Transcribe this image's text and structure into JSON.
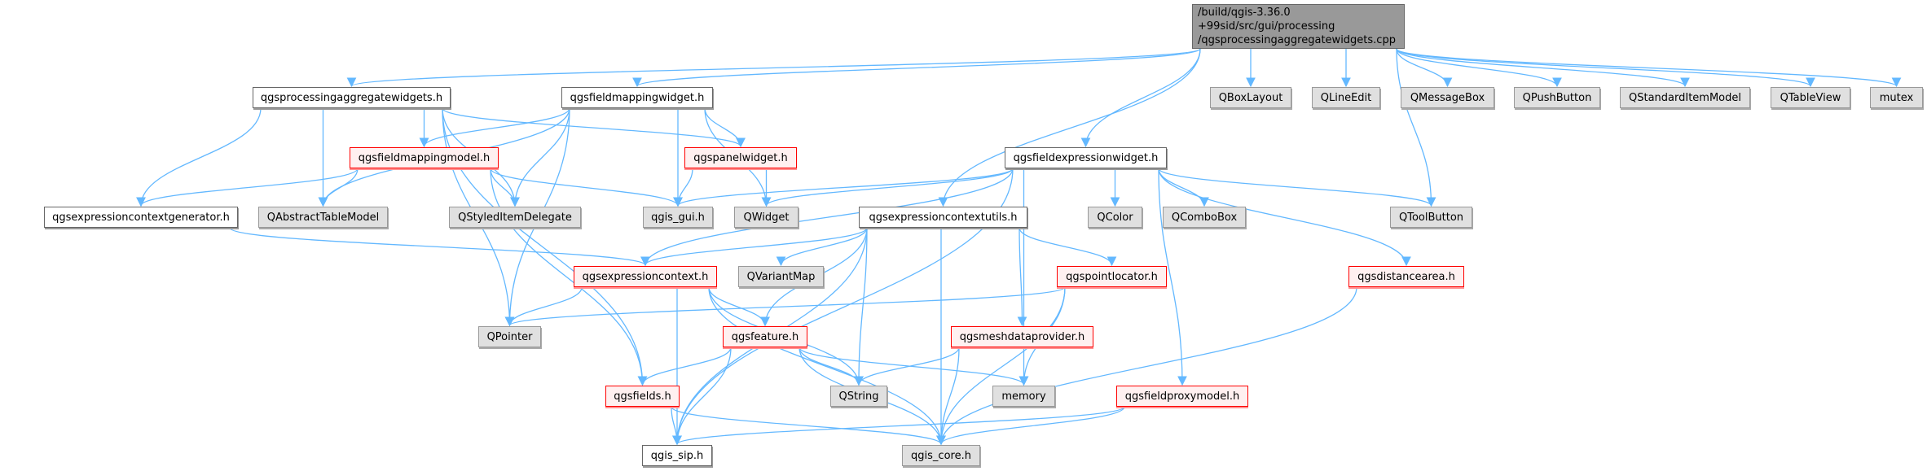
{
  "root": {
    "id": "root",
    "lines": [
      "/build/qgis-3.36.0",
      "+99sid/src/gui/processing",
      "/qgsprocessingaggregatewidgets.cpp"
    ]
  },
  "nodes": [
    {
      "id": "pagw",
      "label": "qgsprocessingaggregatewidgets.h",
      "kind": "plain"
    },
    {
      "id": "fmw",
      "label": "qgsfieldmappingwidget.h",
      "kind": "plain"
    },
    {
      "id": "QBoxLayout",
      "label": "QBoxLayout",
      "kind": "ext"
    },
    {
      "id": "QLineEdit",
      "label": "QLineEdit",
      "kind": "ext"
    },
    {
      "id": "QMessageBox",
      "label": "QMessageBox",
      "kind": "ext"
    },
    {
      "id": "QPushButton",
      "label": "QPushButton",
      "kind": "ext"
    },
    {
      "id": "QStandardItemModel",
      "label": "QStandardItemModel",
      "kind": "ext"
    },
    {
      "id": "QTableView",
      "label": "QTableView",
      "kind": "ext"
    },
    {
      "id": "mutex",
      "label": "mutex",
      "kind": "ext"
    },
    {
      "id": "fmm",
      "label": "qgsfieldmappingmodel.h",
      "kind": "red"
    },
    {
      "id": "panel",
      "label": "qgspanelwidget.h",
      "kind": "red"
    },
    {
      "id": "few",
      "label": "qgsfieldexpressionwidget.h",
      "kind": "plain"
    },
    {
      "id": "ecgen",
      "label": "qgsexpressioncontextgenerator.h",
      "kind": "plain"
    },
    {
      "id": "QAbstractTableModel",
      "label": "QAbstractTableModel",
      "kind": "ext"
    },
    {
      "id": "QStyledItemDelegate",
      "label": "QStyledItemDelegate",
      "kind": "ext"
    },
    {
      "id": "qgis_gui",
      "label": "qgis_gui.h",
      "kind": "ext"
    },
    {
      "id": "QWidget",
      "label": "QWidget",
      "kind": "ext"
    },
    {
      "id": "ecutils",
      "label": "qgsexpressioncontextutils.h",
      "kind": "plain"
    },
    {
      "id": "QColor",
      "label": "QColor",
      "kind": "ext"
    },
    {
      "id": "QComboBox",
      "label": "QComboBox",
      "kind": "ext"
    },
    {
      "id": "QToolButton",
      "label": "QToolButton",
      "kind": "ext"
    },
    {
      "id": "ectx",
      "label": "qgsexpressioncontext.h",
      "kind": "red"
    },
    {
      "id": "QVariantMap",
      "label": "QVariantMap",
      "kind": "ext"
    },
    {
      "id": "pointlocator",
      "label": "qgspointlocator.h",
      "kind": "red"
    },
    {
      "id": "distancearea",
      "label": "qgsdistancearea.h",
      "kind": "red"
    },
    {
      "id": "QPointer",
      "label": "QPointer",
      "kind": "ext"
    },
    {
      "id": "feature",
      "label": "qgsfeature.h",
      "kind": "red"
    },
    {
      "id": "mesh",
      "label": "qgsmeshdataprovider.h",
      "kind": "red"
    },
    {
      "id": "fields",
      "label": "qgsfields.h",
      "kind": "red"
    },
    {
      "id": "QString",
      "label": "QString",
      "kind": "ext"
    },
    {
      "id": "memory",
      "label": "memory",
      "kind": "ext"
    },
    {
      "id": "proxy",
      "label": "qgsfieldproxymodel.h",
      "kind": "red"
    },
    {
      "id": "sip",
      "label": "qgis_sip.h",
      "kind": "plain"
    },
    {
      "id": "core",
      "label": "qgis_core.h",
      "kind": "ext"
    }
  ],
  "edges": [
    [
      "root",
      "pagw"
    ],
    [
      "root",
      "fmw"
    ],
    [
      "root",
      "few"
    ],
    [
      "root",
      "ecutils"
    ],
    [
      "root",
      "QToolButton"
    ],
    [
      "root",
      "QBoxLayout"
    ],
    [
      "root",
      "QLineEdit"
    ],
    [
      "root",
      "QMessageBox"
    ],
    [
      "root",
      "QPushButton"
    ],
    [
      "root",
      "QStandardItemModel"
    ],
    [
      "root",
      "QTableView"
    ],
    [
      "root",
      "mutex"
    ],
    [
      "pagw",
      "fmm"
    ],
    [
      "pagw",
      "panel"
    ],
    [
      "pagw",
      "QAbstractTableModel"
    ],
    [
      "pagw",
      "QStyledItemDelegate"
    ],
    [
      "pagw",
      "ecgen"
    ],
    [
      "pagw",
      "QPointer"
    ],
    [
      "pagw",
      "fields"
    ],
    [
      "fmw",
      "fmm"
    ],
    [
      "fmw",
      "panel"
    ],
    [
      "fmw",
      "QAbstractTableModel"
    ],
    [
      "fmw",
      "QStyledItemDelegate"
    ],
    [
      "fmw",
      "qgis_gui"
    ],
    [
      "fmw",
      "QWidget"
    ],
    [
      "fmw",
      "QPointer"
    ],
    [
      "fmm",
      "ecgen"
    ],
    [
      "fmm",
      "QAbstractTableModel"
    ],
    [
      "fmm",
      "QStyledItemDelegate"
    ],
    [
      "fmm",
      "qgis_gui"
    ],
    [
      "fmm",
      "fields"
    ],
    [
      "panel",
      "qgis_gui"
    ],
    [
      "panel",
      "QWidget"
    ],
    [
      "ecgen",
      "ectx"
    ],
    [
      "few",
      "qgis_gui"
    ],
    [
      "few",
      "QWidget"
    ],
    [
      "few",
      "ectx"
    ],
    [
      "few",
      "QColor"
    ],
    [
      "few",
      "QComboBox"
    ],
    [
      "few",
      "QToolButton"
    ],
    [
      "few",
      "distancearea"
    ],
    [
      "few",
      "proxy"
    ],
    [
      "few",
      "memory"
    ],
    [
      "few",
      "sip"
    ],
    [
      "ecutils",
      "ectx"
    ],
    [
      "ecutils",
      "QVariantMap"
    ],
    [
      "ecutils",
      "feature"
    ],
    [
      "ecutils",
      "QString"
    ],
    [
      "ecutils",
      "core"
    ],
    [
      "ecutils",
      "mesh"
    ],
    [
      "ecutils",
      "pointlocator"
    ],
    [
      "ecutils",
      "sip"
    ],
    [
      "ectx",
      "QPointer"
    ],
    [
      "ectx",
      "feature"
    ],
    [
      "ectx",
      "QString"
    ],
    [
      "ectx",
      "sip"
    ],
    [
      "ectx",
      "core"
    ],
    [
      "feature",
      "fields"
    ],
    [
      "feature",
      "QString"
    ],
    [
      "feature",
      "memory"
    ],
    [
      "feature",
      "sip"
    ],
    [
      "feature",
      "core"
    ],
    [
      "pointlocator",
      "QPointer"
    ],
    [
      "pointlocator",
      "memory"
    ],
    [
      "pointlocator",
      "core"
    ],
    [
      "mesh",
      "QString"
    ],
    [
      "mesh",
      "core"
    ],
    [
      "fields",
      "sip"
    ],
    [
      "fields",
      "core"
    ],
    [
      "proxy",
      "sip"
    ],
    [
      "proxy",
      "core"
    ],
    [
      "distancearea",
      "core"
    ]
  ],
  "colors": {
    "edge": "#63b8ff",
    "root_fill": "#999999",
    "red_border": "#ff0000",
    "red_fill": "#fff0f0",
    "ext_fill": "#e0e0e0"
  }
}
